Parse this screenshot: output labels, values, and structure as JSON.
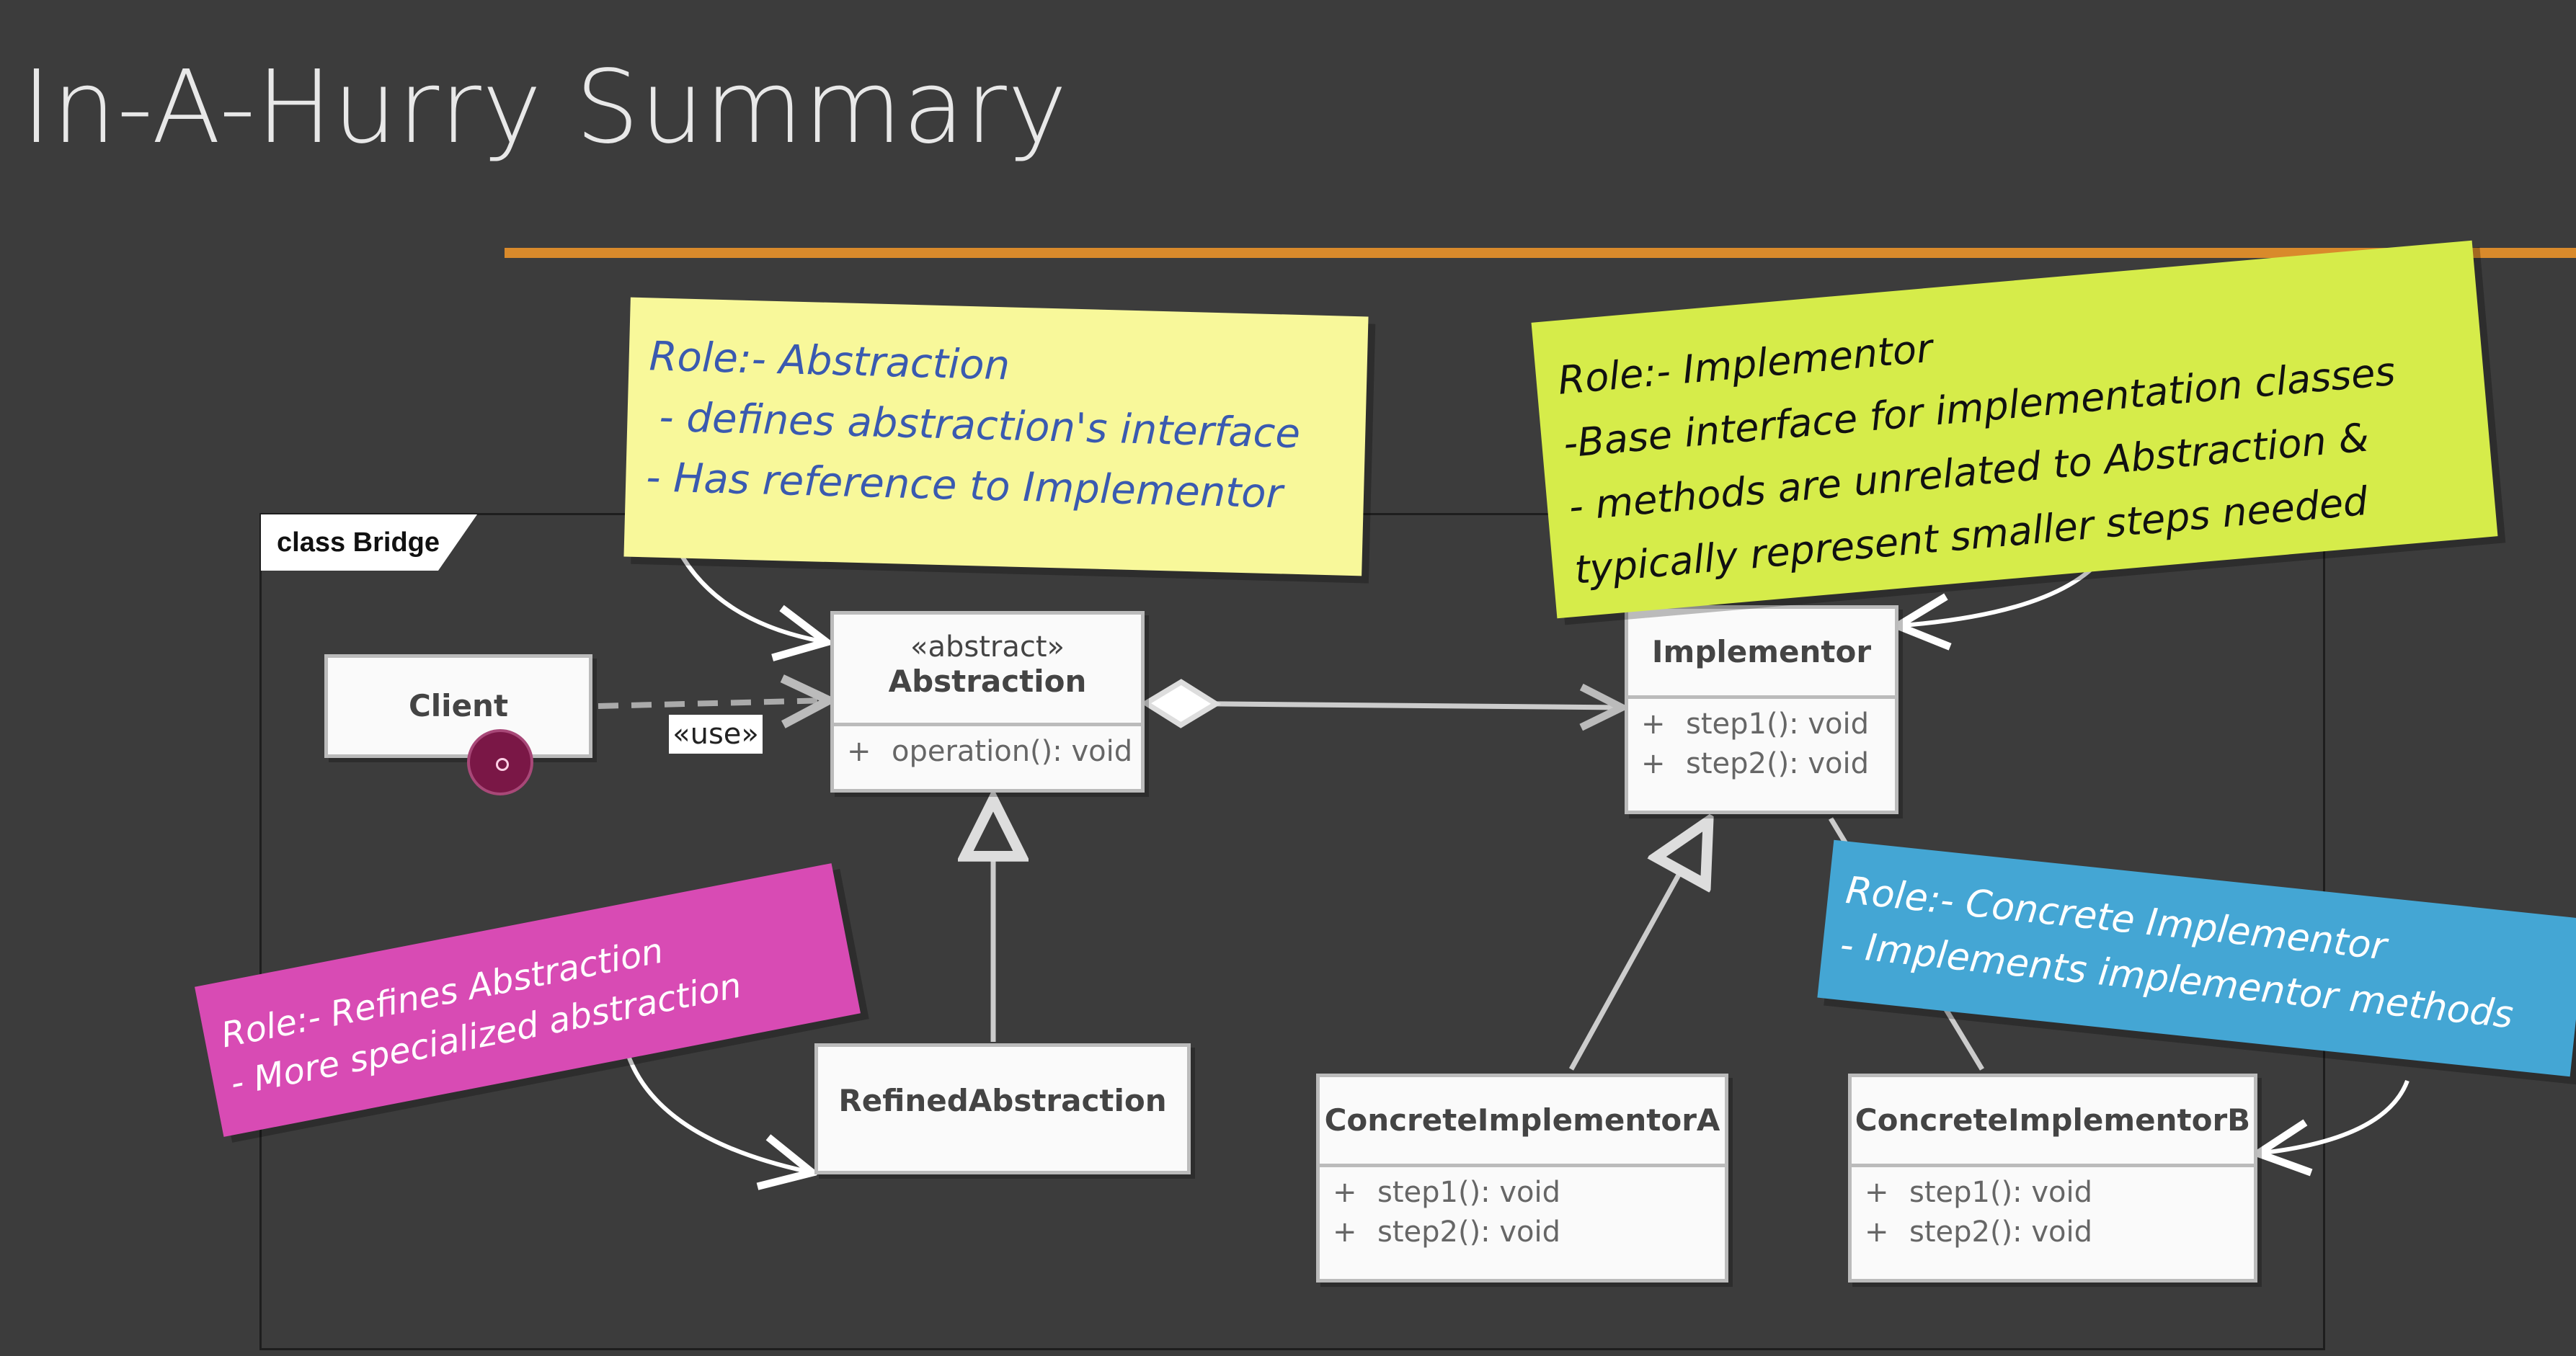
{
  "slide": {
    "title": "In-A-Hurry Summary",
    "accent_color": "#d98a2b",
    "background": "#3c3c3c"
  },
  "diagram": {
    "frame_label": "class Bridge",
    "classes": {
      "client": {
        "name": "Client"
      },
      "abstraction": {
        "stereotype": "«abstract»",
        "name": "Abstraction",
        "ops": [
          "operation(): void"
        ]
      },
      "refined": {
        "name": "RefinedAbstraction"
      },
      "implementor": {
        "name": "Implementor",
        "ops": [
          "step1(): void",
          "step2(): void"
        ]
      },
      "concrete_a": {
        "name": "ConcreteImplementorA",
        "ops": [
          "step1(): void",
          "step2(): void"
        ]
      },
      "concrete_b": {
        "name": "ConcreteImplementorB",
        "ops": [
          "step1(): void",
          "step2(): void"
        ]
      }
    },
    "visibility_symbol": "+",
    "use_label": "«use»"
  },
  "notes": {
    "abstraction": {
      "color": "#f8f89a",
      "text_color": "#3a5ab0",
      "lines": [
        "Role:- Abstraction",
        "- defines abstraction's interface",
        "- Has reference to Implementor"
      ]
    },
    "implementor": {
      "color": "#d6ec4a",
      "text_color": "#111111",
      "lines": [
        "Role:- Implementor",
        "-Base interface for implementation classes",
        "- methods are unrelated to Abstraction &",
        "typically represent smaller steps needed"
      ]
    },
    "refined": {
      "color": "#d84bb4",
      "text_color": "#ffffff",
      "lines": [
        "Role:- Refines Abstraction",
        "- More specialized abstraction"
      ]
    },
    "concrete": {
      "color": "#44a6d4",
      "text_color": "#ffffff",
      "lines": [
        "Role:- Concrete Implementor",
        "- Implements implementor methods"
      ]
    }
  }
}
